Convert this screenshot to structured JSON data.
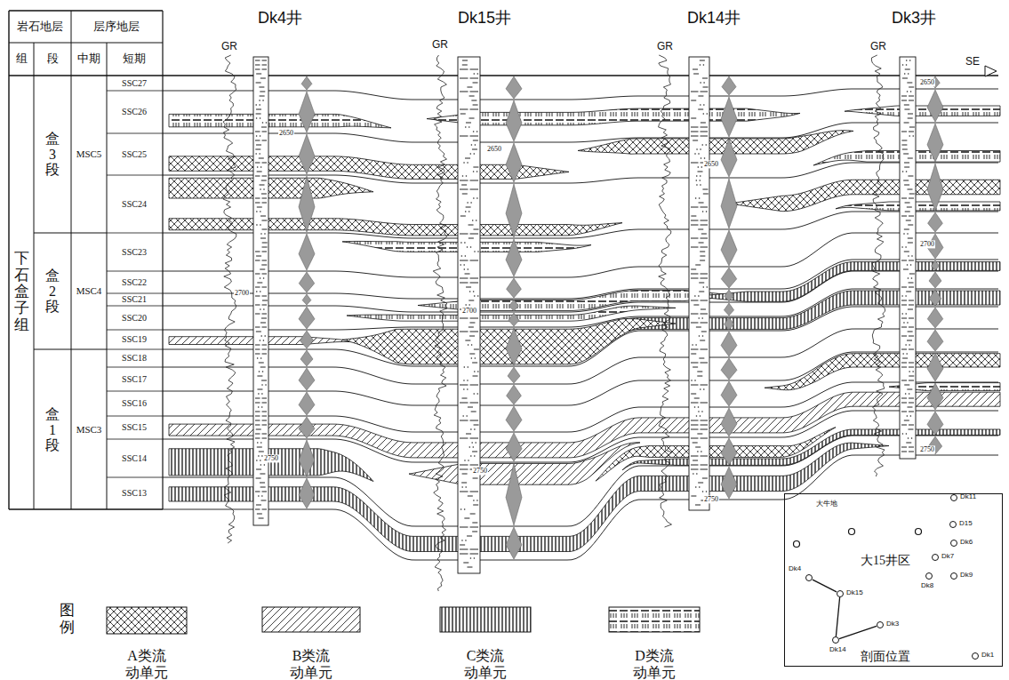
{
  "diagram": {
    "nodes": [
      {
        "text": [
          "大15井区",
          "剖面位置"
        ]
      },
      {
        "text": [
          "Dk11"
        ],
        "in": 0
      },
      {
        "text": [
          "D15"
        ],
        "in": 0
      },
      {
        "text": [
          "Dk6"
        ],
        "in": 0
      },
      {
        "text": [
          "Dk7"
        ],
        "in": 0
      },
      {
        "text": [
          "Dk4"
        ],
        "in": 0
      },
      {
        "text": [
          "Dk8"
        ],
        "in": 0
      },
      {
        "text": [
          "Dk9"
        ],
        "in": 0
      },
      {
        "text": [
          "Dk15"
        ],
        "in": 0
      },
      {
        "text": [
          "Dk3"
        ],
        "in": 0
      },
      {
        "text": [
          "Dk14"
        ],
        "in": 0
      },
      {
        "text": [
          "Dk1"
        ],
        "in": 0
      }
    ],
    "edges": [
      {
        "from": 5,
        "to": 8,
        "arrow": "none"
      },
      {
        "from": 8,
        "to": 10,
        "arrow": "none"
      },
      {
        "from": 10,
        "to": 9,
        "arrow": "none"
      }
    ],
    "labels": [
      "岩石地层",
      "层序地层",
      "组",
      "段",
      "中期",
      "短期",
      "下石盒子组",
      "盒3段",
      "盒2段",
      "盒1段",
      "MSC5",
      "MSC4",
      "MSC3",
      "SSC27",
      "SSC26",
      "SSC25",
      "SSC24",
      "SSC23",
      "SSC22",
      "SSC21",
      "SSC20",
      "SSC19",
      "SSC18",
      "SSC17",
      "SSC16",
      "SSC15",
      "SSC14",
      "SSC13",
      "Dk4井",
      "Dk15井",
      "Dk14井",
      "Dk3井",
      "GR",
      "GR",
      "GR",
      "GR",
      "2650",
      "2700",
      "2750",
      "2650",
      "2700",
      "2750",
      "2650",
      "2750",
      "2650",
      "2700",
      "2750",
      "SE",
      "图例",
      "大牛地"
    ],
    "legend": [
      {
        "text": "A类流动单元"
      },
      {
        "text": "B类流动单元"
      },
      {
        "text": "C类流动单元"
      },
      {
        "text": "D类流动单元"
      }
    ]
  }
}
